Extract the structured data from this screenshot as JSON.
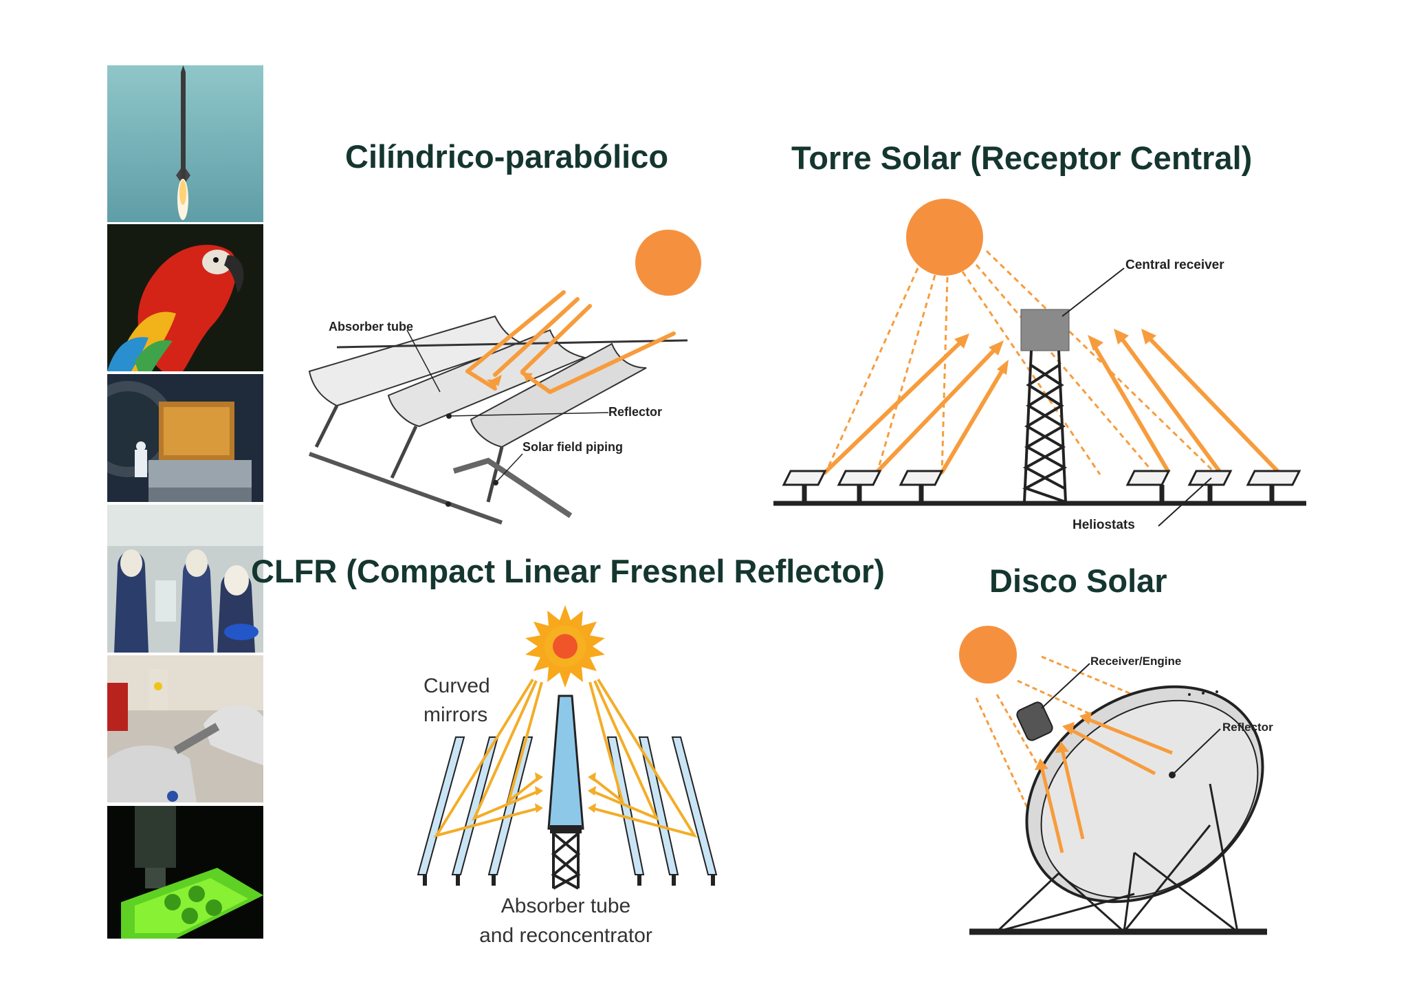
{
  "headings": {
    "parabolic": "Cilíndrico-parabólico",
    "tower": "Torre Solar (Receptor Central)",
    "clfr": "CLFR (Compact Linear Fresnel Reflector)",
    "dish": "Disco Solar"
  },
  "parabolic_labels": {
    "absorber": "Absorber tube",
    "reflector": "Reflector",
    "piping": "Solar field piping"
  },
  "tower_labels": {
    "receiver": "Central receiver",
    "heliostats": "Heliostats"
  },
  "clfr_labels": {
    "mirrors_line1": "Curved",
    "mirrors_line2": "mirrors",
    "absorber_line1": "Absorber tube",
    "absorber_line2": "and reconcentrator"
  },
  "dish_labels": {
    "receiver": "Receiver/Engine",
    "reflector": "Reflector"
  },
  "photos": [
    {
      "subject": "rocket launch"
    },
    {
      "subject": "macaw parrot"
    },
    {
      "subject": "satellite assembly"
    },
    {
      "subject": "laboratory workers"
    },
    {
      "subject": "gloved hands in glovebox"
    },
    {
      "subject": "green fluorescent well plate"
    }
  ],
  "colors": {
    "heading": "#14362f",
    "sun": "#f5913e",
    "ray": "#f79c3c",
    "clfr_ray": "#f3ad28",
    "mirror_blue": "#c9e4f5"
  }
}
